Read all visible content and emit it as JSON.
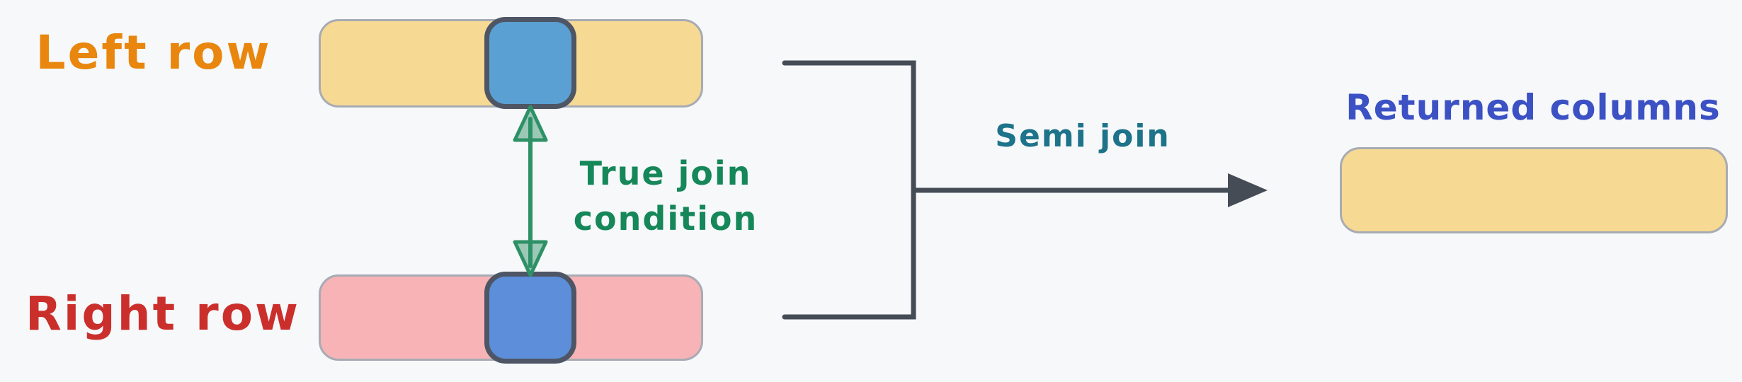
{
  "diagram": {
    "background": "#f6f8fa",
    "left_row": {
      "label": "Left row",
      "label_color": "#e8860d",
      "bar_fill": "#f6d993",
      "bar_border": "#a7abb3",
      "key_fill": "#5aa0d3",
      "key_border": "#4e5665"
    },
    "right_row": {
      "label": "Right row",
      "label_color": "#cb2f2b",
      "bar_fill": "#f7b3b6",
      "bar_border": "#a7abb3",
      "key_fill": "#5c8ed9",
      "key_border": "#4e5665"
    },
    "join_condition": {
      "label": "True join\ncondition",
      "label_color": "#158759",
      "arrow_color": "#2e9166"
    },
    "semi_join": {
      "label": "Semi join",
      "label_color": "#1d7389",
      "connector_color": "#454c55"
    },
    "returned_columns": {
      "label": "Returned columns",
      "label_color": "#3b51c4",
      "bar_fill": "#f6d993",
      "bar_border": "#a7abb3"
    }
  }
}
